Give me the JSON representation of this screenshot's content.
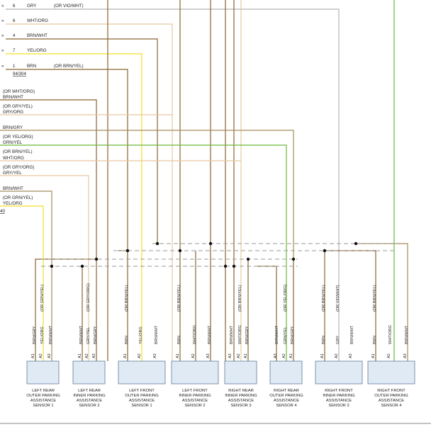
{
  "colors": {
    "brn": "#8a6530",
    "gry": "#b3b3b3",
    "wht_org": "#e8c7a0",
    "brn_wht": "#a58a5c",
    "yel_org": "#f2e025",
    "grn_yel": "#6ab83a",
    "box_fill": "#dfeaf5"
  },
  "connector_wires": [
    {
      "pin": "6",
      "color": "GRY",
      "alt": "(OR VIO/WHT)"
    },
    {
      "pin": "6",
      "color": "WHT/ORG",
      "alt": ""
    },
    {
      "pin": "4",
      "color": "BRN/WHT",
      "alt": ""
    },
    {
      "pin": "7",
      "color": "YEL/ORG",
      "alt": ""
    },
    {
      "pin": "1",
      "color": "BRN",
      "alt": "(OR BRN/YEL)"
    }
  ],
  "connector_label": "94/304",
  "left_labels": [
    "(OR WHT/ORG)",
    "BRN/WHT",
    "(OR GRY/YEL)",
    "GRY/ORG",
    "BRN/GRY",
    "(OR YEL/ORG)",
    "GRN/YEL",
    "(OR BRN/YEL)",
    "WHT/ORG",
    "(OR GRY/ORG)",
    "GRY/YEL",
    "BRN/WHT",
    "(OR GRN/YEL)",
    "YEL/ORG"
  ],
  "left_ref": "40",
  "sensors": [
    {
      "name": [
        "LEFT REAR",
        "OUTER PARKING",
        "ASSISTANCE",
        "SENSOR 1"
      ],
      "pins": [
        {
          "pin": "A1",
          "wire": "BRN/GRY",
          "alt": ""
        },
        {
          "pin": "A2",
          "wire": "YEL/ORG",
          "alt": "(OR GRN/YEL)"
        },
        {
          "pin": "A3",
          "wire": "BRN/WHT",
          "alt": ""
        }
      ]
    },
    {
      "name": [
        "LEFT REAR",
        "INNER PARKING",
        "ASSISTANCE",
        "SENSOR 2"
      ],
      "pins": [
        {
          "pin": "A1",
          "wire": "BRN/WHT",
          "alt": ""
        },
        {
          "pin": "A2",
          "wire": "GRY/YEL",
          "alt": "(OR GRY/ORG)"
        },
        {
          "pin": "A3",
          "wire": "BRN/GRY",
          "alt": ""
        }
      ]
    },
    {
      "name": [
        "LEFT FRONT",
        "OUTER PARKING",
        "ASSISTANCE",
        "SENSOR 1"
      ],
      "pins": [
        {
          "pin": "A1",
          "wire": "BRN",
          "alt": "(OR BRN/YEL)"
        },
        {
          "pin": "A2",
          "wire": "YEL/ORG",
          "alt": ""
        },
        {
          "pin": "A3",
          "wire": "BRN/WHT",
          "alt": ""
        }
      ]
    },
    {
      "name": [
        "LEFT FRONT",
        "INNER PARKING",
        "ASSISTANCE",
        "SENSOR 2"
      ],
      "pins": [
        {
          "pin": "A1",
          "wire": "BRN",
          "alt": "(OR BRN/YEL)"
        },
        {
          "pin": "A2",
          "wire": "WHT/ORG",
          "alt": ""
        },
        {
          "pin": "A3",
          "wire": "BRN/WHT",
          "alt": ""
        }
      ]
    },
    {
      "name": [
        "RIGHT REAR",
        "INNER PARKING",
        "ASSISTANCE",
        "SENSOR 3"
      ],
      "pins": [
        {
          "pin": "A3",
          "wire": "BRN/WHT",
          "alt": ""
        },
        {
          "pin": "A2",
          "wire": "WHT/ORG",
          "alt": "(OR BRN/YEL)"
        },
        {
          "pin": "A1",
          "wire": "BRN/GRY",
          "alt": ""
        }
      ]
    },
    {
      "name": [
        "RIGHT REAR",
        "OUTER PARKING",
        "ASSISTANCE",
        "SENSOR 4"
      ],
      "pins": [
        {
          "pin": "A3",
          "wire": "BRN/WHT",
          "alt": ""
        },
        {
          "pin": "A2",
          "wire": "GRN/YEL",
          "alt": "(OR YEL/ORG)"
        },
        {
          "pin": "A1",
          "wire": "BRN/GRY",
          "alt": ""
        }
      ]
    },
    {
      "name": [
        "RIGHT FRONT",
        "INNER PARKING",
        "ASSISTANCE",
        "SENSOR 3"
      ],
      "pins": [
        {
          "pin": "A1",
          "wire": "BRN",
          "alt": "(OR BRN/YEL)"
        },
        {
          "pin": "A2",
          "wire": "GRY",
          "alt": "(OR VIO/WHT)"
        },
        {
          "pin": "A3",
          "wire": "BRN/WHT",
          "alt": ""
        }
      ]
    },
    {
      "name": [
        "RIGHT FRONT",
        "OUTER PARKING",
        "ASSISTANCE",
        "SENSOR 4"
      ],
      "pins": [
        {
          "pin": "A1",
          "wire": "BRN",
          "alt": "(OR BRN/YEL)"
        },
        {
          "pin": "A2",
          "wire": "WHT/ORG",
          "alt": ""
        },
        {
          "pin": "A3",
          "wire": "BRN/WHT",
          "alt": ""
        }
      ]
    }
  ]
}
